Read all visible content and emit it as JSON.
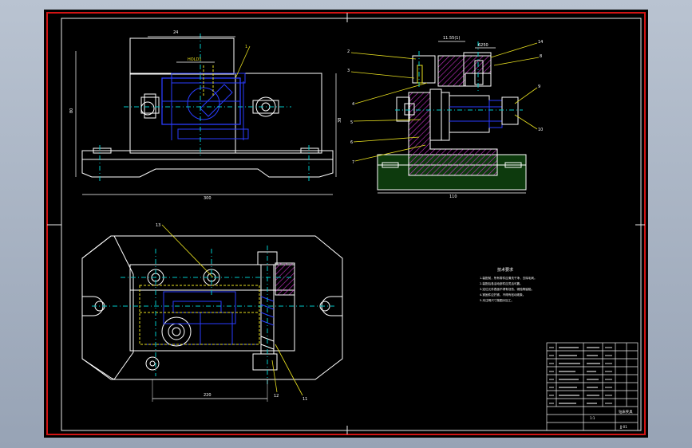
{
  "drawing": {
    "colors": {
      "background": "#000000",
      "viewport": "#a9b4c4",
      "frame_red": "#d21414",
      "outline": "#ffffff",
      "detail_blue": "#2a3cff",
      "center_cyan": "#00c8c8",
      "hidden_yellow": "#e8e020",
      "hatch_magenta": "#cc33cc",
      "base_green": "#0d3a0d"
    },
    "dimensions": {
      "front_top": "24",
      "front_width": "300",
      "front_height_left": "80",
      "front_height_right": "38",
      "front_slot": "HOLD1",
      "side_top": "11.55(1)",
      "side_right": "6250",
      "side_width": "110",
      "plan_width": "220"
    },
    "balloons": [
      "1",
      "2",
      "3",
      "4",
      "5",
      "6",
      "7",
      "8",
      "9",
      "10",
      "11",
      "12",
      "13",
      "14"
    ],
    "notes": {
      "title": "技术要求",
      "lines": [
        "1.装配前，所有零件应清洗干净，去除毛刺。",
        "2.装配后各活动部件应灵活可靠。",
        "3.定位元件表面不得有划伤、锈蚀等缺陷。",
        "4.紧固件应拧紧，不得有松动现象。",
        "5.未注明尺寸按图示加工。"
      ]
    },
    "title_block": {
      "drawing_name": "钻床夹具",
      "drawing_no": "JJ-01",
      "scale": "1:1"
    }
  }
}
